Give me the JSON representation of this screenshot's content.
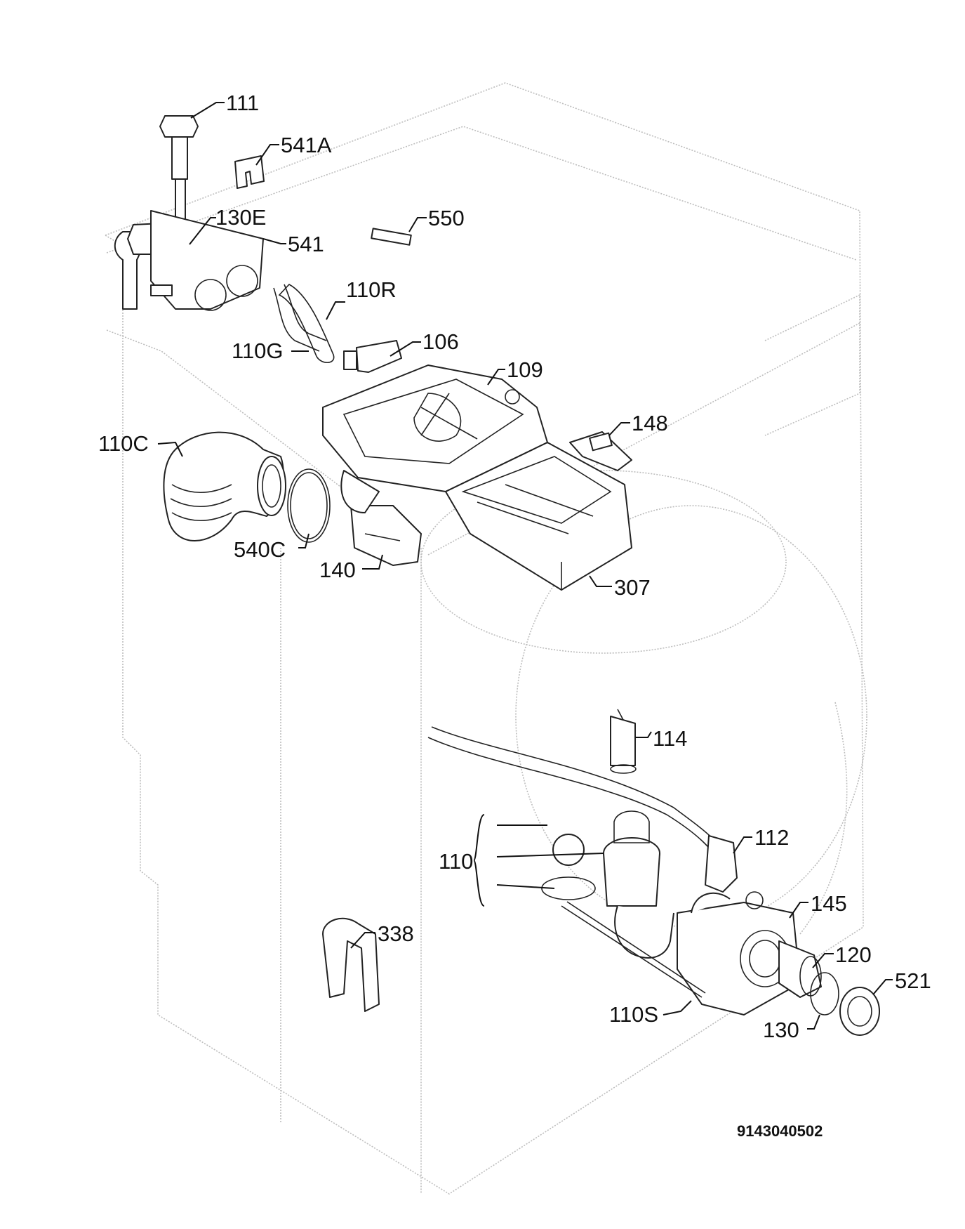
{
  "labels": {
    "p111": "111",
    "p541A": "541A",
    "p130E": "130E",
    "p541": "541",
    "p110R": "110R",
    "p550": "550",
    "p110G": "110G",
    "p106": "106",
    "p109": "109",
    "p148": "148",
    "p110C": "110C",
    "p540C": "540C",
    "p140": "140",
    "p307": "307",
    "p114": "114",
    "p112": "112",
    "p110": "110",
    "p145": "145",
    "p338": "338",
    "p120": "120",
    "p521": "521",
    "p110S": "110S",
    "p130": "130"
  },
  "drawing_code": "9143040502"
}
